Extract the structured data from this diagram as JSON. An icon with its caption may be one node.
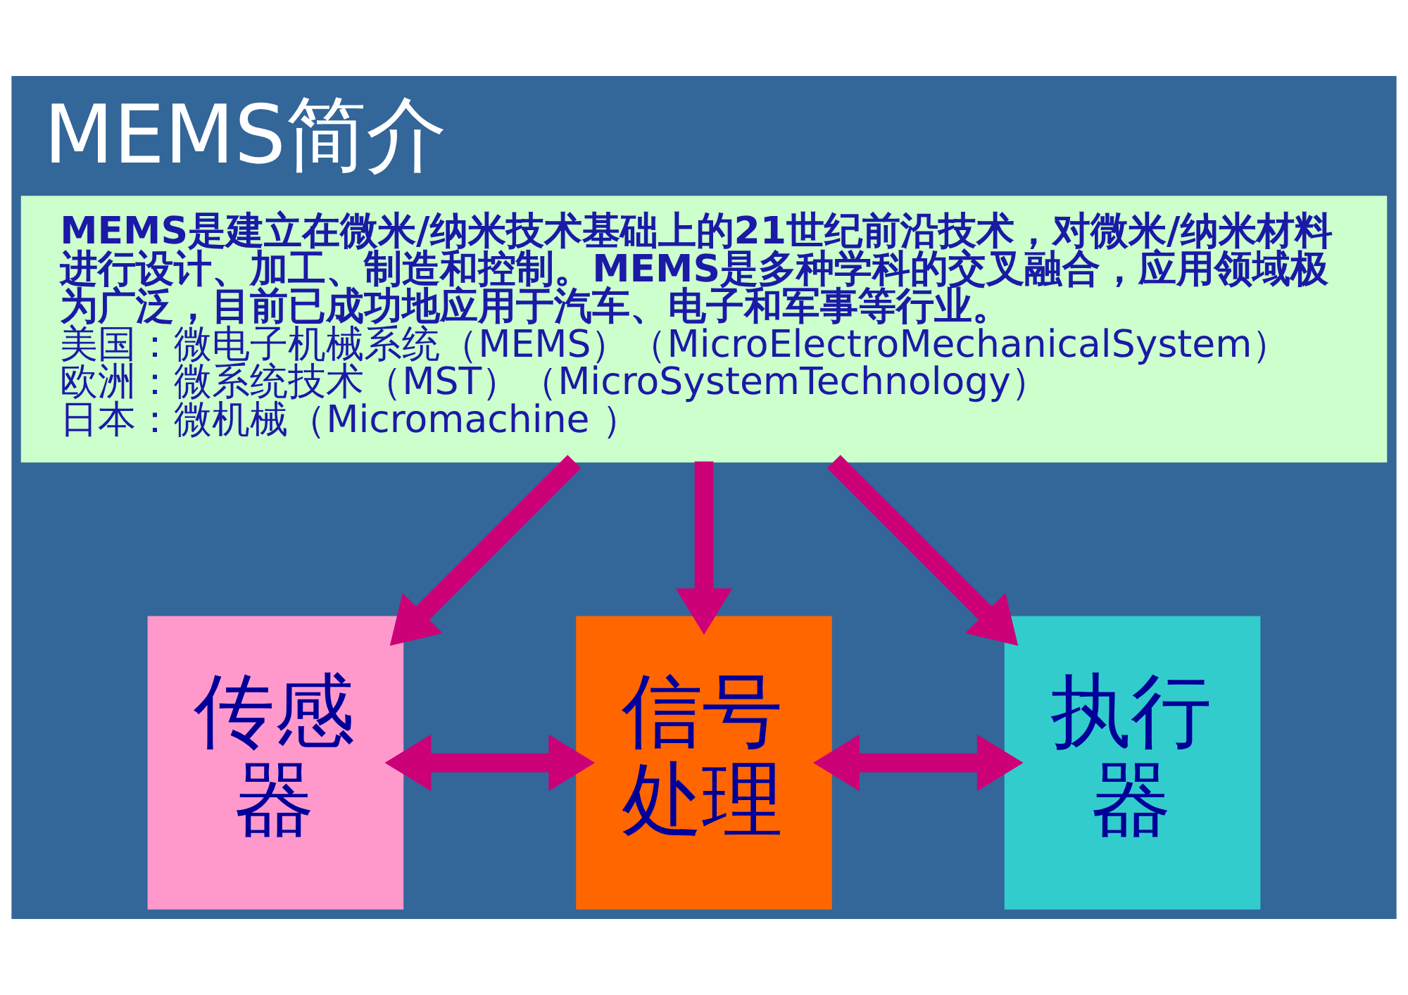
{
  "diagram": {
    "title": "MEMS简介",
    "nodes": [
      {
        "text": [
          "MEMS是建立在微米/纳米技术基础上的21世纪前沿技术，对微米/纳米材料进行设计、加工、制造和控制。MEMS是多种学科的交叉融合，应用领域极为广泛，目前已成功地应用于汽车、电子和军事等行业。",
          "美国：微电子机械系统（MEMS）（MicroElectroMechanicalSystem）",
          "欧洲：微系统技术（MST）（MicroSystemTechnology）",
          "日本：微机械（Micromachine ）"
        ]
      },
      {
        "text": [
          "传感器"
        ]
      },
      {
        "text": [
          "信号处理"
        ]
      },
      {
        "text": [
          "执行器"
        ]
      }
    ],
    "edges": [
      {
        "from": 0,
        "to": 1,
        "arrow": "to"
      },
      {
        "from": 0,
        "to": 2,
        "arrow": "to"
      },
      {
        "from": 0,
        "to": 3,
        "arrow": "to"
      },
      {
        "from": 1,
        "to": 2,
        "arrow": "both"
      },
      {
        "from": 2,
        "to": 3,
        "arrow": "both"
      }
    ]
  }
}
